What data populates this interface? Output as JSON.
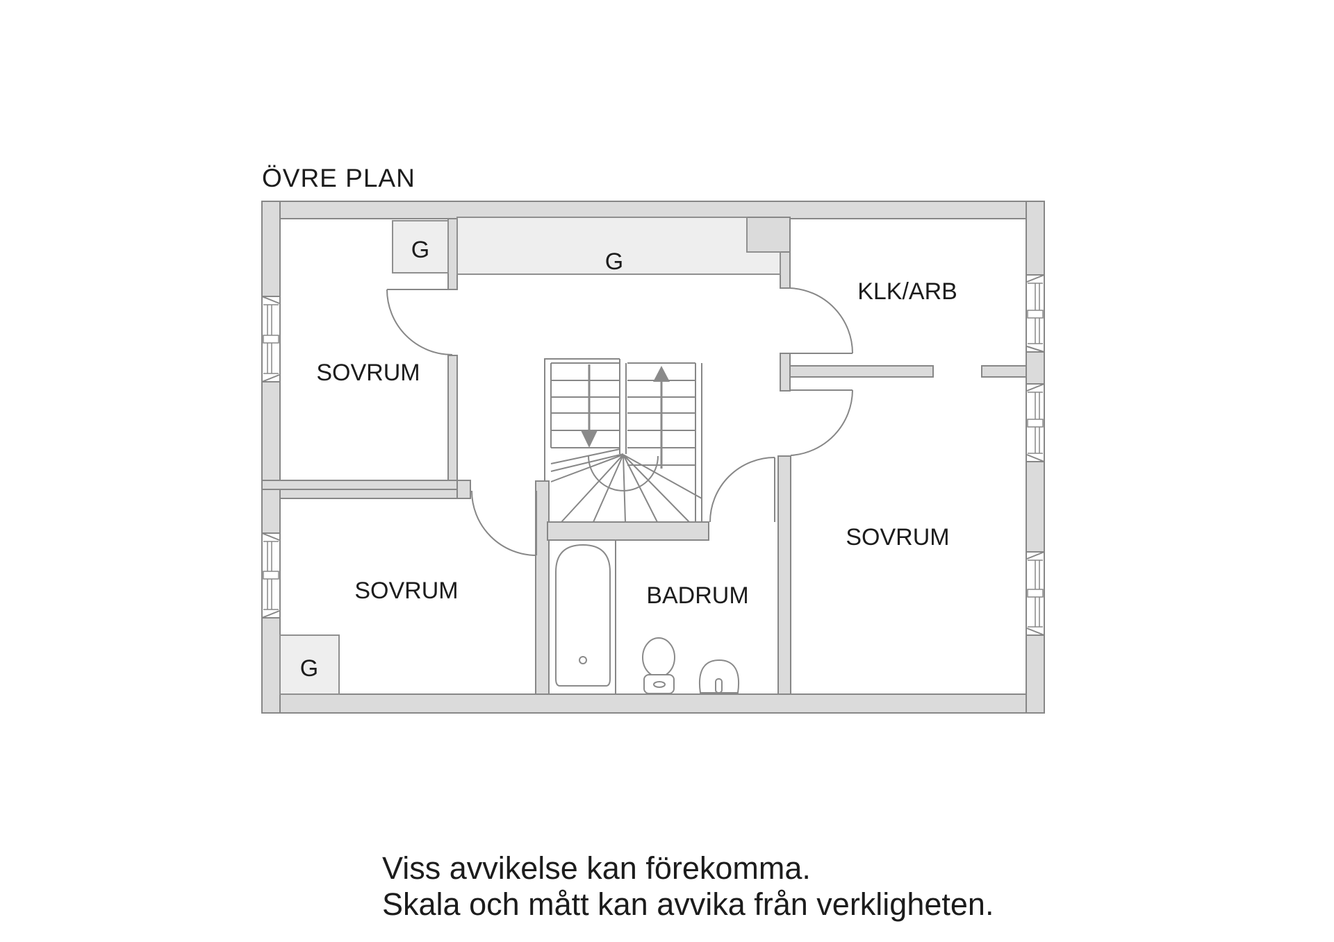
{
  "title": "ÖVRE PLAN",
  "rooms": {
    "bedroom_top_left": {
      "label": "SOVRUM"
    },
    "bedroom_bottom_left": {
      "label": "SOVRUM"
    },
    "bedroom_right": {
      "label": "SOVRUM"
    },
    "closet_workroom": {
      "label": "KLK/ARB"
    },
    "bathroom": {
      "label": "BADRUM"
    }
  },
  "closets": {
    "top_left": {
      "label": "G"
    },
    "top_center": {
      "label": "G"
    },
    "bottom_left": {
      "label": "G"
    }
  },
  "disclaimer": {
    "line1": "Viss avvikelse kan förekomma.",
    "line2": "Skala och mått kan avvika från verkligheten."
  },
  "colors": {
    "wall_fill": "#dbdbdb",
    "closet_fill": "#eeeeee",
    "line": "#878787",
    "text": "#1c1c1c",
    "background": "#ffffff"
  }
}
